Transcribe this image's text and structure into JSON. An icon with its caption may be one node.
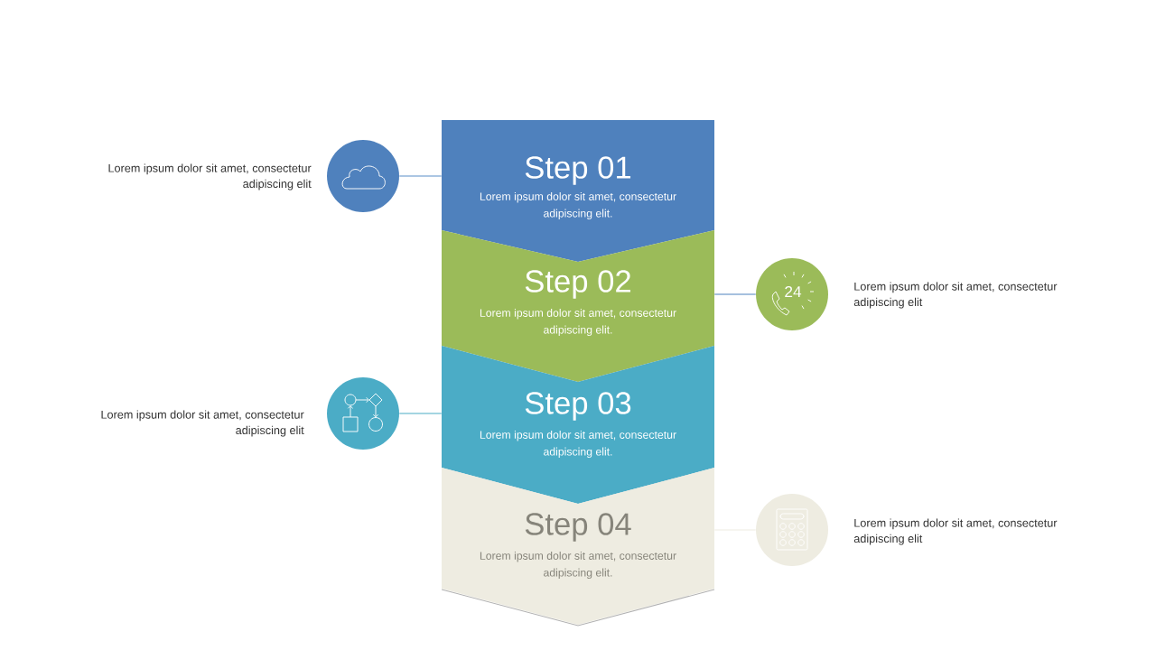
{
  "diagram": {
    "nodes": [
      {
        "text": [
          "Step 01",
          "Lorem ipsum dolor sit amet, consectetur adipiscing elit."
        ]
      },
      {
        "text": [
          "Step 02",
          "Lorem ipsum dolor sit amet, consectetur adipiscing elit."
        ]
      },
      {
        "text": [
          "Step 03",
          "Lorem ipsum dolor sit amet, consectetur adipiscing elit."
        ]
      },
      {
        "text": [
          "Step 04",
          "Lorem ipsum dolor sit amet, consectetur adipiscing elit."
        ]
      },
      {
        "text": [],
        "shape": "circle",
        "beside": [
          "Lorem ipsum dolor sit amet, consectetur adipiscing elit"
        ]
      },
      {
        "text": [
          "24"
        ],
        "beside": [
          "Lorem ipsum dolor sit amet, consectetur adipiscing elit"
        ]
      },
      {
        "text": [],
        "shape": "circle",
        "beside": [
          "Lorem ipsum dolor sit amet, consectetur adipiscing elit"
        ]
      },
      {
        "text": [],
        "shape": "circle",
        "beside": [
          "Lorem ipsum dolor sit amet, consectetur adipiscing elit"
        ]
      }
    ],
    "edges": [
      {
        "from": 4,
        "to": 0,
        "arrow": "none",
        "color": "#5b8ec8"
      },
      {
        "from": 5,
        "to": 1,
        "arrow": "none",
        "color": "#4f81bd"
      },
      {
        "from": 6,
        "to": 2,
        "arrow": "none",
        "color": "#4bacc6"
      },
      {
        "from": 7,
        "to": 3,
        "arrow": "none",
        "color": "#eeece1"
      }
    ]
  }
}
